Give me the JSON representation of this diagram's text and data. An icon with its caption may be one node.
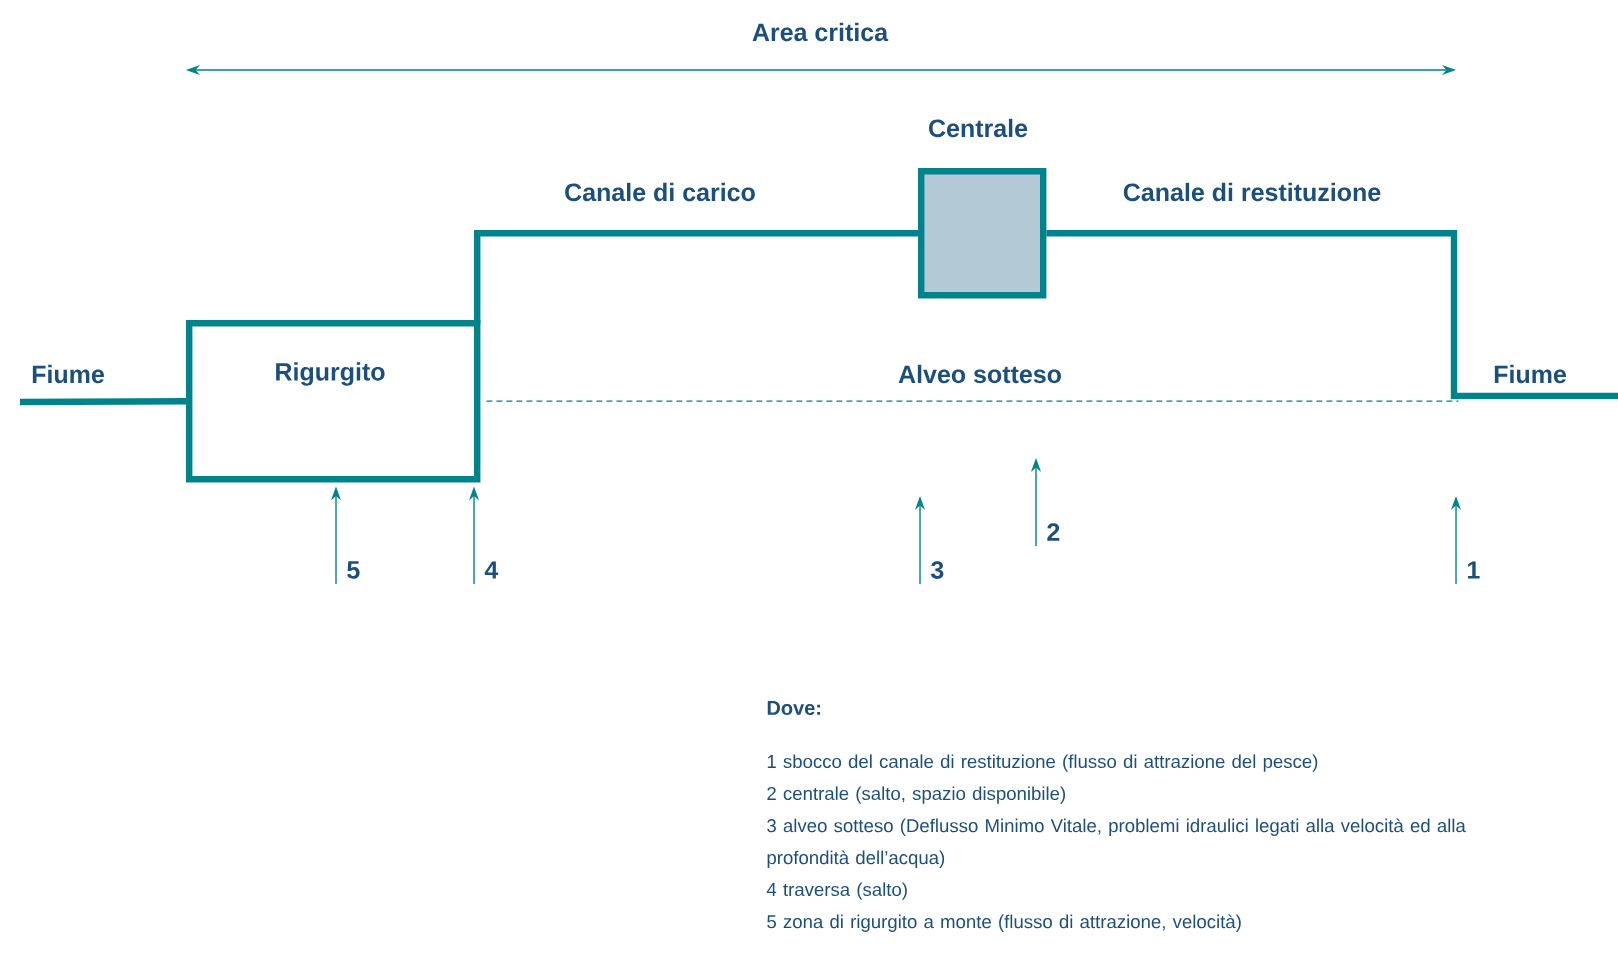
{
  "diagram": {
    "nodes": [
      {
        "text": [
          "Rigurgito"
        ]
      },
      {
        "text": [
          "Centrale"
        ]
      },
      {
        "text": [
          "5"
        ]
      },
      {
        "text": [
          "4"
        ]
      },
      {
        "text": [
          "3"
        ]
      },
      {
        "text": [
          "2"
        ]
      },
      {
        "text": [
          "1"
        ]
      }
    ],
    "edges": [
      {
        "from": 2,
        "to": 0,
        "arrow": "to"
      },
      {
        "from": 3,
        "to": 0,
        "arrow": "to"
      },
      {
        "from": 4,
        "to": null,
        "arrow": "to"
      },
      {
        "from": 5,
        "to": null,
        "arrow": "to"
      },
      {
        "from": 6,
        "to": null,
        "arrow": "to"
      },
      {
        "from": null,
        "to": 0,
        "arrow": "none",
        "label": "Fiume",
        "style": "thick"
      },
      {
        "from": 0,
        "to": 1,
        "arrow": "none",
        "label": "Canale di carico",
        "style": "thick"
      },
      {
        "from": 1,
        "to": null,
        "arrow": "none",
        "label": "Canale di restituzione",
        "style": "thick"
      },
      {
        "from": 0,
        "to": null,
        "arrow": "none",
        "label": "Alveo sotteso",
        "style": "dashed"
      }
    ],
    "labels": [
      "Area critica",
      "Fiume",
      "Dove:",
      "1 sbocco del canale di restituzione (flusso di attrazione del pesce)",
      "2 centrale (salto, spazio disponibile)",
      "3 alveo sotteso (Deflusso Minimo Vitale, problemi idraulici legati alla velocità ed alla profondità dell’acqua)",
      "4 traversa (salto)",
      "5 zona di rigurgito a monte (flusso di attrazione, velocità)"
    ]
  }
}
